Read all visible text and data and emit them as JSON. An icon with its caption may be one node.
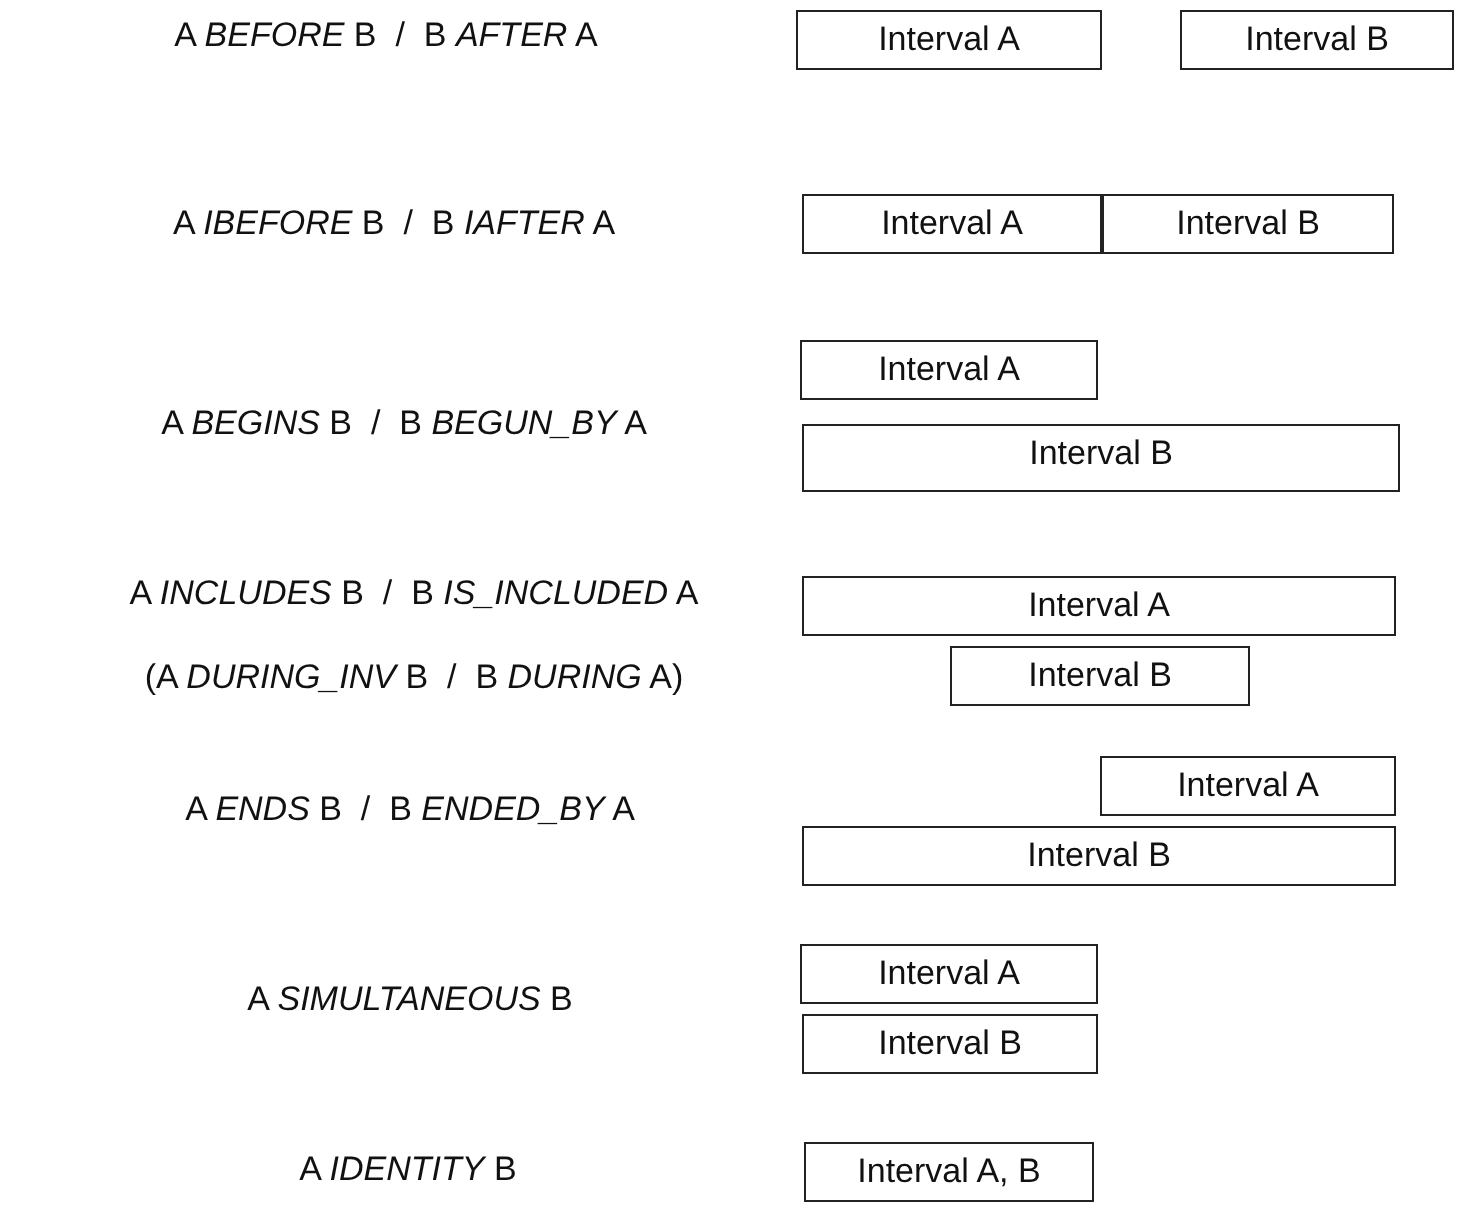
{
  "diagram": {
    "nodes": [
      {
        "text": [
          "Interval A"
        ]
      },
      {
        "text": [
          "Interval B"
        ]
      },
      {
        "text": [
          "Interval A"
        ]
      },
      {
        "text": [
          "Interval B"
        ]
      },
      {
        "text": [
          "Interval A"
        ]
      },
      {
        "text": [
          "Interval B"
        ]
      },
      {
        "text": [
          "Interval A"
        ]
      },
      {
        "text": [
          "Interval B"
        ]
      },
      {
        "text": [
          "Interval A"
        ]
      },
      {
        "text": [
          "Interval B"
        ]
      },
      {
        "text": [
          "Interval A"
        ]
      },
      {
        "text": [
          "Interval B"
        ]
      },
      {
        "text": [
          "Interval A, B"
        ]
      }
    ],
    "labels": [
      "A *BEFORE* B  /  B *AFTER* A",
      "A *IBEFORE* B  /  B *IAFTER* A",
      "A *BEGINS* B  /  B *BEGUN_BY* A",
      "A *INCLUDES* B  /  B *IS_INCLUDED* A",
      "(A *DURING_INV* B  /  B *DURING* A)",
      "A *ENDS* B  /  B *ENDED_BY* A",
      "A *SIMULTANEOUS* B",
      "A *IDENTITY* B"
    ]
  }
}
